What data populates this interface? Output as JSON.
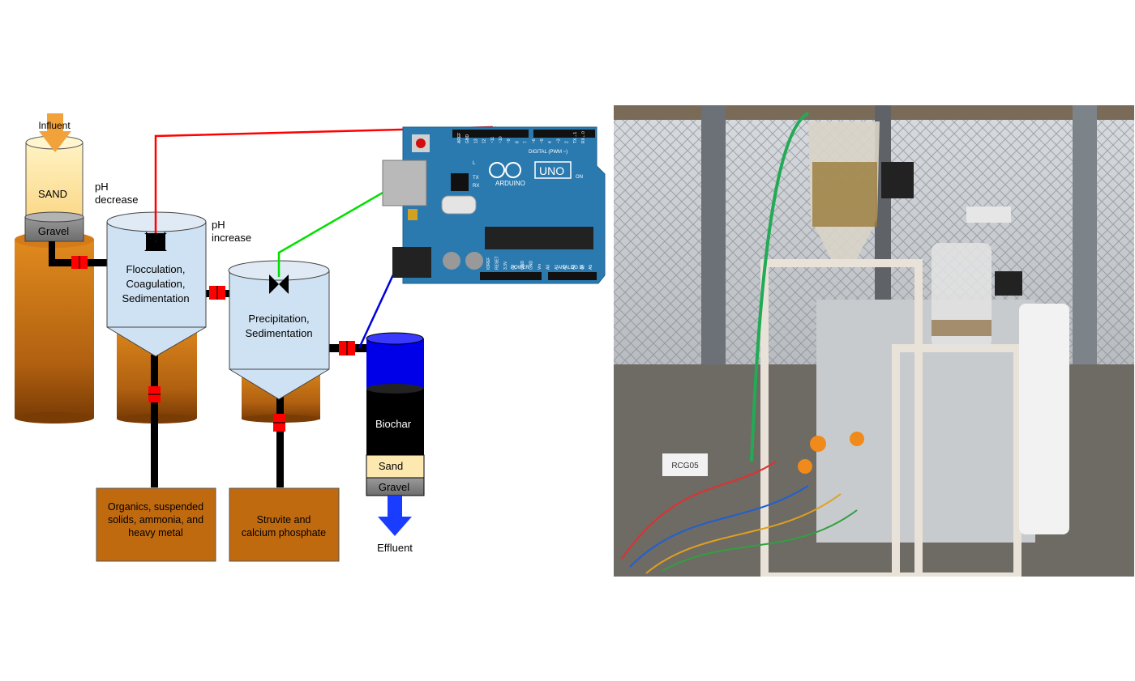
{
  "labels": {
    "influent": "Influent",
    "sand_top": "SAND",
    "gravel_top": "Gravel",
    "ph_decrease_1": "pH",
    "ph_decrease_2": "decrease",
    "ph_increase_1": "pH",
    "ph_increase_2": "increase",
    "floc_1": "Flocculation,",
    "floc_2": "Coagulation,",
    "floc_3": "Sedimentation",
    "precip_1": "Precipitation,",
    "precip_2": "Sedimentation",
    "biochar": "Biochar",
    "sand_filter": "Sand",
    "gravel_filter": "Gravel",
    "effluent": "Effluent",
    "box1_1": "Organics, suspended",
    "box1_2": "solids, ammonia, and",
    "box1_3": "heavy metal",
    "box2_1": "Struvite and",
    "box2_2": "calcium phosphate"
  },
  "arduino": {
    "logo": "ARDUINO",
    "model": "UNO",
    "digital": "DIGITAL (PWM ~)",
    "power": "POWER",
    "analog": "ANALOG IN",
    "top_pins": [
      "AREF",
      "GND",
      "13",
      "12",
      "~11",
      "~10",
      "~9",
      "8",
      "7",
      "~6",
      "~5",
      "4",
      "~3",
      "2",
      "TX→1",
      "RX←0"
    ],
    "bottom_pins": [
      "IOREF",
      "RESET",
      "3.3V",
      "5V",
      "GND",
      "GND",
      "Vin",
      "A0",
      "A1",
      "A2",
      "A3",
      "A4",
      "A5"
    ],
    "leds": [
      "L",
      "TX",
      "RX",
      "ON"
    ]
  },
  "colors": {
    "wire_red": "#ff0000",
    "wire_green": "#00e000",
    "wire_blue": "#0000e0",
    "tank": "#cfe2f3",
    "brown": "#c06a10",
    "board": "#2a7ab0"
  },
  "photo": {
    "label_sticker": "RCG05"
  }
}
